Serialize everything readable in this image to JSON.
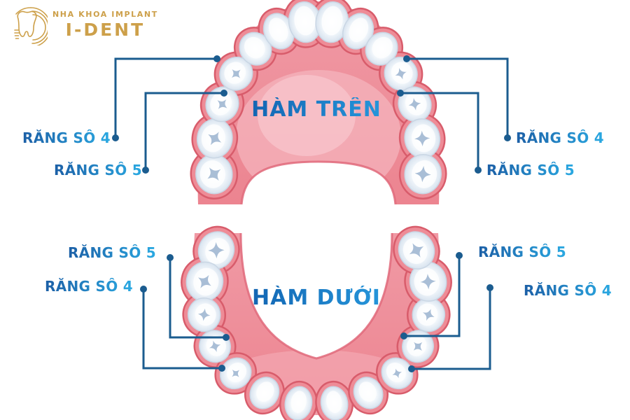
{
  "logo": {
    "tagline": "NHA KHOA IMPLANT",
    "brand": "I-DENT"
  },
  "upper_jaw": {
    "title": "HÀM TRÊN"
  },
  "lower_jaw": {
    "title": "HÀM DƯỚI"
  },
  "labels": {
    "upper_left_4": "RĂNG SỐ 4",
    "upper_left_5": "RĂNG SỐ 5",
    "upper_right_4": "RĂNG SỐ 4",
    "upper_right_5": "RĂNG SỐ 5",
    "lower_left_5": "RĂNG SỐ 5",
    "lower_left_4": "RĂNG SỐ 4",
    "lower_right_5": "RĂNG SỐ 5",
    "lower_right_4": "RĂNG SỐ 4"
  },
  "theme": {
    "gold": "#CDA04A",
    "label_grad_start": "#1C5FA6",
    "label_grad_end": "#2AA9E2",
    "title_grad_start": "#0D57A7",
    "title_grad_end": "#2BA4E6",
    "connector_line": "#1B5C8F",
    "gum": "#EE8C97",
    "gum_dark": "#D85C6B",
    "tooth_fissure": "#A9BED6",
    "background": "#FFFFFF"
  }
}
